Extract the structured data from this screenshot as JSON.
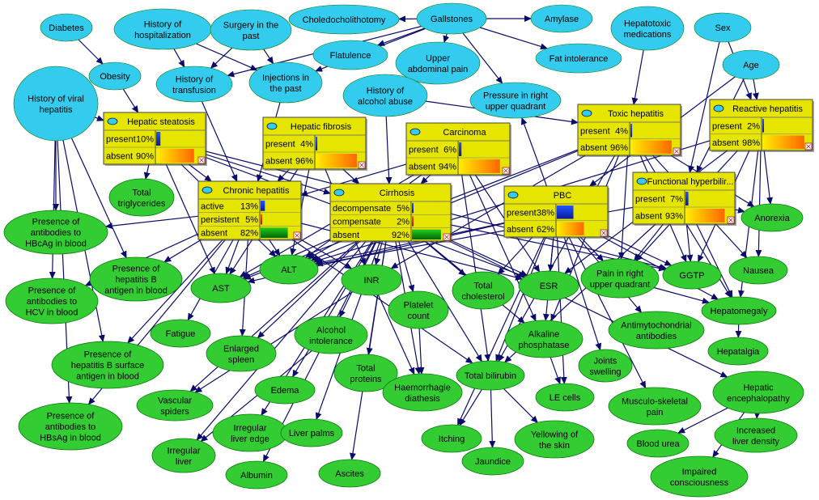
{
  "colors": {
    "ellipse_cyan": "#33ccee",
    "ellipse_green": "#33cc33",
    "box_yellow": "#e5e500",
    "edge": "#0b0b6b",
    "bar_blue": "#1133dd",
    "bar_orange": "#ffaa00",
    "bar_green": "#00aa00",
    "bar_red": "#dd2200"
  },
  "ellipses": [
    {
      "id": "diabetes",
      "label": [
        "Diabetes"
      ],
      "color": "cyan"
    },
    {
      "id": "obesity",
      "label": [
        "Obesity"
      ],
      "color": "cyan"
    },
    {
      "id": "hist_hosp",
      "label": [
        "History of",
        "hospitalization"
      ],
      "color": "cyan"
    },
    {
      "id": "surgery",
      "label": [
        "Surgery in the",
        "past"
      ],
      "color": "cyan"
    },
    {
      "id": "choledo",
      "label": [
        "Choledocholithotomy"
      ],
      "color": "cyan"
    },
    {
      "id": "gallstones",
      "label": [
        "Gallstones"
      ],
      "color": "cyan"
    },
    {
      "id": "amylase",
      "label": [
        "Amylase"
      ],
      "color": "cyan"
    },
    {
      "id": "hepatotoxic",
      "label": [
        "Hepatotoxic",
        "medications"
      ],
      "color": "cyan"
    },
    {
      "id": "sex",
      "label": [
        "Sex"
      ],
      "color": "cyan"
    },
    {
      "id": "flatulence",
      "label": [
        "Flatulence"
      ],
      "color": "cyan"
    },
    {
      "id": "fat_intol",
      "label": [
        "Fat intolerance"
      ],
      "color": "cyan"
    },
    {
      "id": "upper_abd",
      "label": [
        "Upper",
        "abdominal pain"
      ],
      "color": "cyan"
    },
    {
      "id": "age",
      "label": [
        "Age"
      ],
      "color": "cyan"
    },
    {
      "id": "hist_transf",
      "label": [
        "History of",
        "transfusion"
      ],
      "color": "cyan"
    },
    {
      "id": "injections",
      "label": [
        "Injections in",
        "the past"
      ],
      "color": "cyan"
    },
    {
      "id": "viral",
      "label": [
        "History of viral",
        "hepatitis"
      ],
      "color": "cyan"
    },
    {
      "id": "alcohol_abuse",
      "label": [
        "History of",
        "alcohol abuse"
      ],
      "color": "cyan"
    },
    {
      "id": "pressure_ruq",
      "label": [
        "Pressure in right",
        "upper quadrant"
      ],
      "color": "cyan"
    },
    {
      "id": "total_trig",
      "label": [
        "Total",
        "triglycerides"
      ],
      "color": "green"
    },
    {
      "id": "hbcag",
      "label": [
        "Presence of",
        "antibodies to",
        "HBcAg in blood"
      ],
      "color": "green"
    },
    {
      "id": "hb_antigen",
      "label": [
        "Presence of",
        "hepatitis B",
        "antigen in blood"
      ],
      "color": "green"
    },
    {
      "id": "hcv",
      "label": [
        "Presence of",
        "antibodies to",
        "HCV in blood"
      ],
      "color": "green"
    },
    {
      "id": "hb_surface",
      "label": [
        "Presence of",
        "hepatitis B surface",
        "antigen in blood"
      ],
      "color": "green"
    },
    {
      "id": "hbsag",
      "label": [
        "Presence of",
        "antibodies to",
        "HBsAg in blood"
      ],
      "color": "green"
    },
    {
      "id": "alt",
      "label": [
        "ALT"
      ],
      "color": "green"
    },
    {
      "id": "ast",
      "label": [
        "AST"
      ],
      "color": "green"
    },
    {
      "id": "inr",
      "label": [
        "INR"
      ],
      "color": "green"
    },
    {
      "id": "platelet",
      "label": [
        "Platelet",
        "count"
      ],
      "color": "green"
    },
    {
      "id": "total_chol",
      "label": [
        "Total",
        "cholesterol"
      ],
      "color": "green"
    },
    {
      "id": "esr",
      "label": [
        "ESR"
      ],
      "color": "green"
    },
    {
      "id": "pain_ruq",
      "label": [
        "Pain in right",
        "upper quadrant"
      ],
      "color": "green"
    },
    {
      "id": "ggtp",
      "label": [
        "GGTP"
      ],
      "color": "green"
    },
    {
      "id": "anorexia",
      "label": [
        "Anorexia"
      ],
      "color": "green"
    },
    {
      "id": "nausea",
      "label": [
        "Nausea"
      ],
      "color": "green"
    },
    {
      "id": "hepatomegaly",
      "label": [
        "Hepatomegaly"
      ],
      "color": "green"
    },
    {
      "id": "fatigue",
      "label": [
        "Fatigue"
      ],
      "color": "green"
    },
    {
      "id": "enlarged_spleen",
      "label": [
        "Enlarged",
        "spleen"
      ],
      "color": "green"
    },
    {
      "id": "alcohol_intol",
      "label": [
        "Alcohol",
        "intolerance"
      ],
      "color": "green"
    },
    {
      "id": "alk_phos",
      "label": [
        "Alkaline",
        "phosphatase"
      ],
      "color": "green"
    },
    {
      "id": "antimito",
      "label": [
        "Antimytochondrial",
        "antibodies"
      ],
      "color": "green"
    },
    {
      "id": "hepatalgia",
      "label": [
        "Hepatalgia"
      ],
      "color": "green"
    },
    {
      "id": "total_proteins",
      "label": [
        "Total",
        "proteins"
      ],
      "color": "green"
    },
    {
      "id": "total_bili",
      "label": [
        "Total bilirubin"
      ],
      "color": "green"
    },
    {
      "id": "joints",
      "label": [
        "Joints",
        "swelling"
      ],
      "color": "green"
    },
    {
      "id": "haemorrhagic",
      "label": [
        "Haemorrhagie",
        "diathesis"
      ],
      "color": "green"
    },
    {
      "id": "vascular",
      "label": [
        "Vascular",
        "spiders"
      ],
      "color": "green"
    },
    {
      "id": "edema",
      "label": [
        "Edema"
      ],
      "color": "green"
    },
    {
      "id": "le_cells",
      "label": [
        "LE cells"
      ],
      "color": "green"
    },
    {
      "id": "musculo",
      "label": [
        "Musculo-skeletal",
        "pain"
      ],
      "color": "green"
    },
    {
      "id": "hep_enceph",
      "label": [
        "Hepatic",
        "encephalopathy"
      ],
      "color": "green"
    },
    {
      "id": "irr_liver_edge",
      "label": [
        "Irregular",
        "liver edge"
      ],
      "color": "green"
    },
    {
      "id": "liver_palms",
      "label": [
        "Liver palms"
      ],
      "color": "green"
    },
    {
      "id": "itching",
      "label": [
        "Itching"
      ],
      "color": "green"
    },
    {
      "id": "yellowing",
      "label": [
        "Yellowing of",
        "the skin"
      ],
      "color": "green"
    },
    {
      "id": "blood_urea",
      "label": [
        "Blood urea"
      ],
      "color": "green"
    },
    {
      "id": "incr_liver_density",
      "label": [
        "Increased",
        "liver density"
      ],
      "color": "green"
    },
    {
      "id": "irregular_liver",
      "label": [
        "Irregular",
        "liver"
      ],
      "color": "green"
    },
    {
      "id": "jaundice",
      "label": [
        "Jaundice"
      ],
      "color": "green"
    },
    {
      "id": "albumin",
      "label": [
        "Albumin"
      ],
      "color": "green"
    },
    {
      "id": "ascites",
      "label": [
        "Ascites"
      ],
      "color": "green"
    },
    {
      "id": "impaired",
      "label": [
        "Impaired",
        "consciousness"
      ],
      "color": "green"
    }
  ],
  "boxes": [
    {
      "id": "steatosis",
      "title": "Hepatic steatosis",
      "states": [
        {
          "name": "present",
          "pct": "10%",
          "value": 0.1,
          "bar": "blue"
        },
        {
          "name": "absent",
          "pct": "90%",
          "value": 0.9,
          "bar": "orange"
        }
      ]
    },
    {
      "id": "fibrosis",
      "title": "Hepatic fibrosis",
      "states": [
        {
          "name": "present",
          "pct": "4%",
          "value": 0.04,
          "bar": "blue"
        },
        {
          "name": "absent",
          "pct": "96%",
          "value": 0.96,
          "bar": "orange"
        }
      ]
    },
    {
      "id": "carcinoma",
      "title": "Carcinoma",
      "states": [
        {
          "name": "present",
          "pct": "6%",
          "value": 0.06,
          "bar": "blue"
        },
        {
          "name": "absent",
          "pct": "94%",
          "value": 0.94,
          "bar": "orange"
        }
      ]
    },
    {
      "id": "toxic",
      "title": "Toxic hepatitis",
      "states": [
        {
          "name": "present",
          "pct": "4%",
          "value": 0.04,
          "bar": "blue"
        },
        {
          "name": "absent",
          "pct": "96%",
          "value": 0.96,
          "bar": "orange"
        }
      ]
    },
    {
      "id": "reactive",
      "title": "Reactive hepatitis",
      "states": [
        {
          "name": "present",
          "pct": "2%",
          "value": 0.02,
          "bar": "blue"
        },
        {
          "name": "absent",
          "pct": "98%",
          "value": 0.98,
          "bar": "orange"
        }
      ]
    },
    {
      "id": "chronic",
      "title": "Chronic hepatitis",
      "states": [
        {
          "name": "active",
          "pct": "13%",
          "value": 0.13,
          "bar": "blue"
        },
        {
          "name": "persistent",
          "pct": "5%",
          "value": 0.05,
          "bar": "red"
        },
        {
          "name": "absent",
          "pct": "82%",
          "value": 0.82,
          "bar": "green"
        }
      ]
    },
    {
      "id": "cirrhosis",
      "title": "Cirrhosis",
      "states": [
        {
          "name": "decompensate",
          "pct": "5%",
          "value": 0.05,
          "bar": "blue"
        },
        {
          "name": "compensate",
          "pct": "2%",
          "value": 0.02,
          "bar": "red"
        },
        {
          "name": "absent",
          "pct": "92%",
          "value": 0.92,
          "bar": "green"
        }
      ]
    },
    {
      "id": "pbc",
      "title": "PBC",
      "states": [
        {
          "name": "present",
          "pct": "38%",
          "value": 0.38,
          "bar": "blue"
        },
        {
          "name": "absent",
          "pct": "62%",
          "value": 0.62,
          "bar": "orange"
        }
      ]
    },
    {
      "id": "functional",
      "title": "Functional hyperbilir...",
      "states": [
        {
          "name": "present",
          "pct": "7%",
          "value": 0.07,
          "bar": "blue"
        },
        {
          "name": "absent",
          "pct": "93%",
          "value": 0.93,
          "bar": "orange"
        }
      ]
    }
  ],
  "edges": [
    [
      "diabetes",
      "obesity"
    ],
    [
      "obesity",
      "steatosis"
    ],
    [
      "hist_hosp",
      "hist_transf"
    ],
    [
      "hist_hosp",
      "injections"
    ],
    [
      "surgery",
      "hist_transf"
    ],
    [
      "surgery",
      "injections"
    ],
    [
      "gallstones",
      "choledo"
    ],
    [
      "gallstones",
      "amylase"
    ],
    [
      "gallstones",
      "flatulence"
    ],
    [
      "gallstones",
      "fat_intol"
    ],
    [
      "gallstones",
      "upper_abd"
    ],
    [
      "gallstones",
      "pressure_ruq"
    ],
    [
      "gallstones",
      "hist_transf"
    ],
    [
      "gallstones",
      "injections"
    ],
    [
      "hepatotoxic",
      "toxic"
    ],
    [
      "sex",
      "reactive"
    ],
    [
      "sex",
      "functional"
    ],
    [
      "age",
      "reactive"
    ],
    [
      "age",
      "functional"
    ],
    [
      "age",
      "pbc"
    ],
    [
      "viral",
      "hbcag"
    ],
    [
      "viral",
      "hcv"
    ],
    [
      "viral",
      "hb_surface"
    ],
    [
      "viral",
      "hb_antigen"
    ],
    [
      "viral",
      "hbsag"
    ],
    [
      "viral",
      "steatosis"
    ],
    [
      "alcohol_abuse",
      "cirrhosis"
    ],
    [
      "alcohol_abuse",
      "toxic"
    ],
    [
      "hist_transf",
      "chronic"
    ],
    [
      "injections",
      "chronic"
    ],
    [
      "pbc",
      "pressure_ruq"
    ],
    [
      "steatosis",
      "total_trig"
    ],
    [
      "steatosis",
      "chronic"
    ],
    [
      "steatosis",
      "cirrhosis"
    ],
    [
      "steatosis",
      "ast"
    ],
    [
      "steatosis",
      "alt"
    ],
    [
      "steatosis",
      "esr"
    ],
    [
      "steatosis",
      "ggtp"
    ],
    [
      "fibrosis",
      "chronic"
    ],
    [
      "fibrosis",
      "cirrhosis"
    ],
    [
      "fibrosis",
      "ast"
    ],
    [
      "fibrosis",
      "alt"
    ],
    [
      "fibrosis",
      "inr"
    ],
    [
      "carcinoma",
      "alt"
    ],
    [
      "carcinoma",
      "ast"
    ],
    [
      "carcinoma",
      "total_bili"
    ],
    [
      "carcinoma",
      "alk_phos"
    ],
    [
      "carcinoma",
      "esr"
    ],
    [
      "carcinoma",
      "chronic"
    ],
    [
      "carcinoma",
      "cirrhosis"
    ],
    [
      "chronic",
      "hbcag"
    ],
    [
      "chronic",
      "hb_antigen"
    ],
    [
      "chronic",
      "hcv"
    ],
    [
      "chronic",
      "hb_surface"
    ],
    [
      "chronic",
      "hbsag"
    ],
    [
      "chronic",
      "alt"
    ],
    [
      "chronic",
      "ast"
    ],
    [
      "chronic",
      "inr"
    ],
    [
      "chronic",
      "fatigue"
    ],
    [
      "chronic",
      "enlarged_spleen"
    ],
    [
      "chronic",
      "total_bili"
    ],
    [
      "chronic",
      "esr"
    ],
    [
      "cirrhosis",
      "alt"
    ],
    [
      "cirrhosis",
      "ast"
    ],
    [
      "cirrhosis",
      "inr"
    ],
    [
      "cirrhosis",
      "platelet"
    ],
    [
      "cirrhosis",
      "total_chol"
    ],
    [
      "cirrhosis",
      "alk_phos"
    ],
    [
      "cirrhosis",
      "enlarged_spleen"
    ],
    [
      "cirrhosis",
      "alcohol_intol"
    ],
    [
      "cirrhosis",
      "total_proteins"
    ],
    [
      "cirrhosis",
      "haemorrhagic"
    ],
    [
      "cirrhosis",
      "edema"
    ],
    [
      "cirrhosis",
      "vascular"
    ],
    [
      "cirrhosis",
      "irr_liver_edge"
    ],
    [
      "cirrhosis",
      "liver_palms"
    ],
    [
      "cirrhosis",
      "irregular_liver"
    ],
    [
      "cirrhosis",
      "albumin"
    ],
    [
      "cirrhosis",
      "ascites"
    ],
    [
      "cirrhosis",
      "total_bili"
    ],
    [
      "cirrhosis",
      "hep_enceph"
    ],
    [
      "cirrhosis",
      "ggtp"
    ],
    [
      "cirrhosis",
      "esr"
    ],
    [
      "pbc",
      "alt"
    ],
    [
      "pbc",
      "ast"
    ],
    [
      "pbc",
      "total_chol"
    ],
    [
      "pbc",
      "esr"
    ],
    [
      "pbc",
      "total_bili"
    ],
    [
      "pbc",
      "alk_phos"
    ],
    [
      "pbc",
      "antimito"
    ],
    [
      "pbc",
      "joints"
    ],
    [
      "pbc",
      "le_cells"
    ],
    [
      "pbc",
      "musculo"
    ],
    [
      "pbc",
      "hepatomegaly"
    ],
    [
      "pbc",
      "ggtp"
    ],
    [
      "pbc",
      "pain_ruq"
    ],
    [
      "pbc",
      "itching"
    ],
    [
      "toxic",
      "alt"
    ],
    [
      "toxic",
      "ast"
    ],
    [
      "toxic",
      "inr"
    ],
    [
      "toxic",
      "ggtp"
    ],
    [
      "toxic",
      "hepatomegaly"
    ],
    [
      "toxic",
      "pain_ruq"
    ],
    [
      "toxic",
      "nausea"
    ],
    [
      "toxic",
      "anorexia"
    ],
    [
      "toxic",
      "total_bili"
    ],
    [
      "toxic",
      "alk_phos"
    ],
    [
      "reactive",
      "anorexia"
    ],
    [
      "reactive",
      "nausea"
    ],
    [
      "reactive",
      "hepatomegaly"
    ],
    [
      "reactive",
      "ggtp"
    ],
    [
      "reactive",
      "alt"
    ],
    [
      "reactive",
      "pain_ruq"
    ],
    [
      "reactive",
      "esr"
    ],
    [
      "functional",
      "total_bili"
    ],
    [
      "functional",
      "hepatomegaly"
    ],
    [
      "functional",
      "anorexia"
    ],
    [
      "functional",
      "ggtp"
    ],
    [
      "functional",
      "alt"
    ],
    [
      "functional",
      "pain_ruq"
    ],
    [
      "total_bili",
      "itching"
    ],
    [
      "total_bili",
      "jaundice"
    ],
    [
      "total_bili",
      "yellowing"
    ],
    [
      "alk_phos",
      "le_cells"
    ],
    [
      "pain_ruq",
      "hepatomegaly"
    ],
    [
      "hep_enceph",
      "blood_urea"
    ],
    [
      "hep_enceph",
      "incr_liver_density"
    ],
    [
      "hep_enceph",
      "impaired"
    ],
    [
      "inr",
      "haemorrhagic"
    ],
    [
      "platelet",
      "haemorrhagic"
    ],
    [
      "hepatomegaly",
      "hepatalgia"
    ],
    [
      "inr",
      "vascular"
    ],
    [
      "alcohol_intol",
      "irregular_liver"
    ]
  ]
}
